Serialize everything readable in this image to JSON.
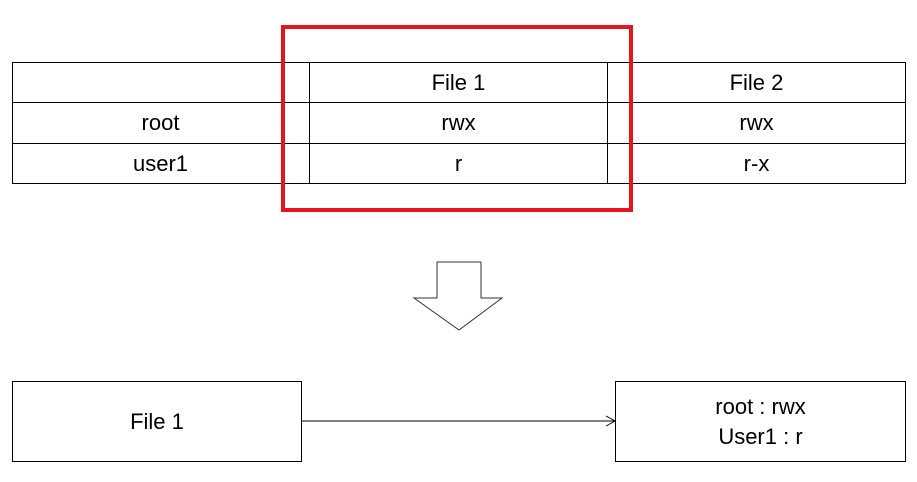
{
  "table": {
    "headers": [
      "",
      "File 1",
      "File 2"
    ],
    "rows": [
      {
        "user": "root",
        "file1": "rwx",
        "file2": "rwx"
      },
      {
        "user": "user1",
        "file1": "r",
        "file2": "r-x"
      }
    ]
  },
  "highlight": {
    "color": "#e8141c"
  },
  "transform_arrow": {
    "icon": "down-arrow-icon"
  },
  "result": {
    "source_label": "File 1",
    "acl_lines": [
      "root : rwx",
      "User1 : r"
    ]
  }
}
